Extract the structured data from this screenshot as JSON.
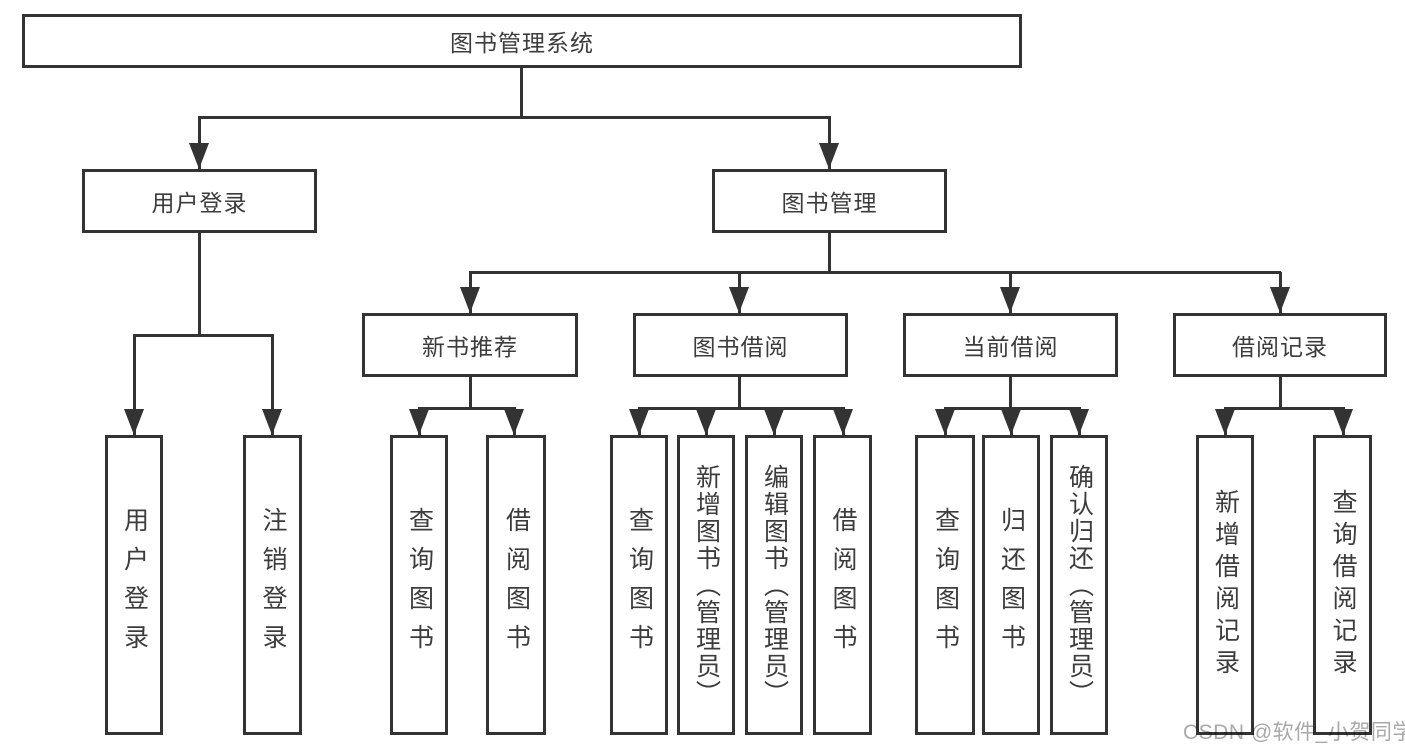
{
  "tree": {
    "label": "图书管理系统",
    "children": [
      {
        "label": "用户登录",
        "children": [
          {
            "label": "用户登录"
          },
          {
            "label": "注销登录"
          }
        ]
      },
      {
        "label": "图书管理",
        "children": [
          {
            "label": "新书推荐",
            "children": [
              {
                "label": "查询图书"
              },
              {
                "label": "借阅图书"
              }
            ]
          },
          {
            "label": "图书借阅",
            "children": [
              {
                "label": "查询图书"
              },
              {
                "label": "新增图书（管理员）"
              },
              {
                "label": "编辑图书（管理员）"
              },
              {
                "label": "借阅图书"
              }
            ]
          },
          {
            "label": "当前借阅",
            "children": [
              {
                "label": "查询图书"
              },
              {
                "label": "归还图书"
              },
              {
                "label": "确认归还（管理员）"
              }
            ]
          },
          {
            "label": "借阅记录",
            "children": [
              {
                "label": "新增借阅记录"
              },
              {
                "label": "查询借阅记录"
              }
            ]
          }
        ]
      }
    ]
  },
  "watermark": {
    "text": "CSDN @软件_小贺同学"
  },
  "colors": {
    "line": "#333333",
    "text": "#3c3c3c",
    "background": "#ffffff",
    "watermark": "#a9a9a9"
  }
}
